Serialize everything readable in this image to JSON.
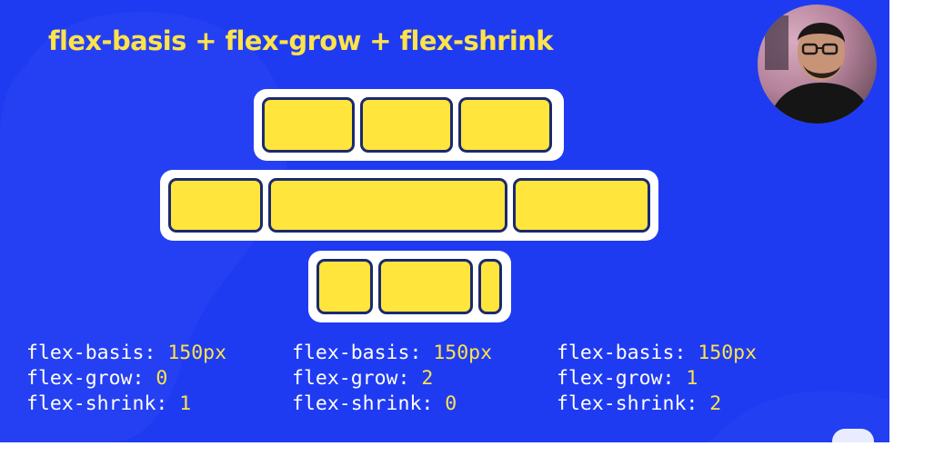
{
  "slide": {
    "title": "flex-basis + flex-grow + flex-shrink",
    "background_color": "#1f3bf2",
    "accent_color": "#ffe34a",
    "box_color": "#ffe53c",
    "box_border_color": "#1a2a6e"
  },
  "demos": [
    {
      "name": "row-1",
      "box_count": 3
    },
    {
      "name": "row-2",
      "box_count": 3
    },
    {
      "name": "row-3",
      "box_count": 3
    }
  ],
  "code_columns": [
    {
      "basis_label": "flex-basis: ",
      "basis_value": "150px",
      "grow_label": "flex-grow: ",
      "grow_value": "0",
      "shrink_label": "flex-shrink: ",
      "shrink_value": "1"
    },
    {
      "basis_label": "flex-basis: ",
      "basis_value": "150px",
      "grow_label": "flex-grow: ",
      "grow_value": "2",
      "shrink_label": "flex-shrink: ",
      "shrink_value": "0"
    },
    {
      "basis_label": "flex-basis: ",
      "basis_value": "150px",
      "grow_label": "flex-grow: ",
      "grow_value": "1",
      "shrink_label": "flex-shrink: ",
      "shrink_value": "2"
    }
  ],
  "presenter": {
    "icon": "presenter-webcam-avatar"
  }
}
